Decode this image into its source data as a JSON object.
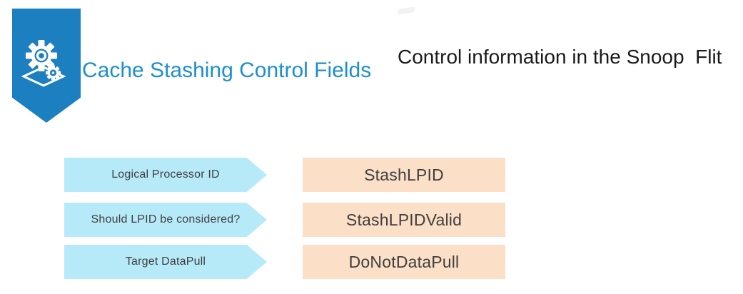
{
  "header": {
    "title": "Cache Stashing Control Fields",
    "subtitle": "Control information in the Snoop  Flit",
    "badge_icon": "gears-on-plane-icon"
  },
  "colors": {
    "badge_blue": "#1B7FC0",
    "title_blue": "#1D8FCB",
    "arrow_cyan": "#B6EAF8",
    "box_orange": "#FBDFC7",
    "label_gray": "#3F3F3F"
  },
  "rows": [
    {
      "question": "Logical Processor ID",
      "field": "StashLPID"
    },
    {
      "question": "Should LPID be considered?",
      "field": "StashLPIDValid"
    },
    {
      "question": "Target DataPull",
      "field": "DoNotDataPull"
    }
  ]
}
